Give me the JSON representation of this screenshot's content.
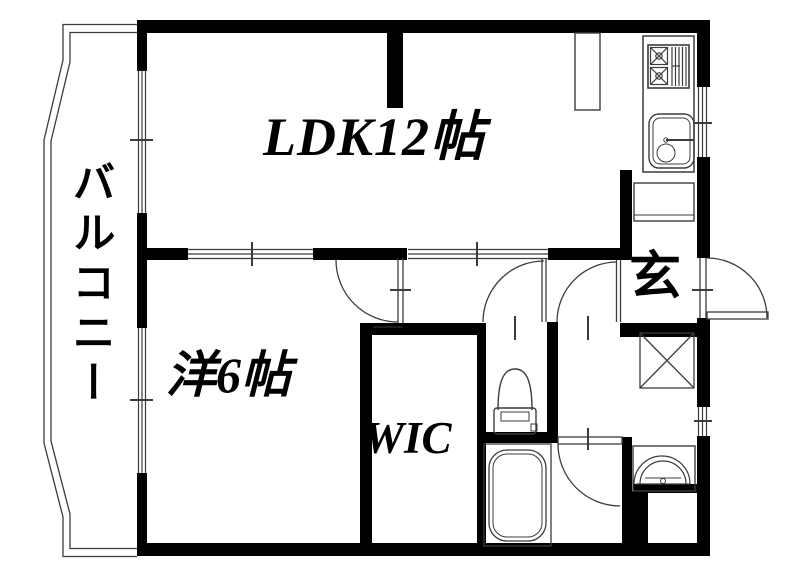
{
  "plan": {
    "type": "floor-plan",
    "rooms": {
      "balcony": {
        "label": "バルコニー"
      },
      "ldk": {
        "label": "LDK12帖"
      },
      "western_room": {
        "label": "洋6帖"
      },
      "wic": {
        "label": "WIC"
      },
      "entrance": {
        "label": "玄"
      }
    },
    "fixtures": [
      "gas-stove",
      "kitchen-sink",
      "kitchen-counter",
      "pillar-duct",
      "shoe-cabinet",
      "washing-machine-space",
      "washbasin",
      "toilet",
      "bathtub",
      "entrance-door",
      "western-room-door",
      "toilet-door",
      "washroom-door",
      "bathroom-door",
      "sliding-door",
      "window"
    ],
    "colors": {
      "wall": "#000000",
      "line": "#3c3c3c",
      "background": "#ffffff"
    }
  }
}
